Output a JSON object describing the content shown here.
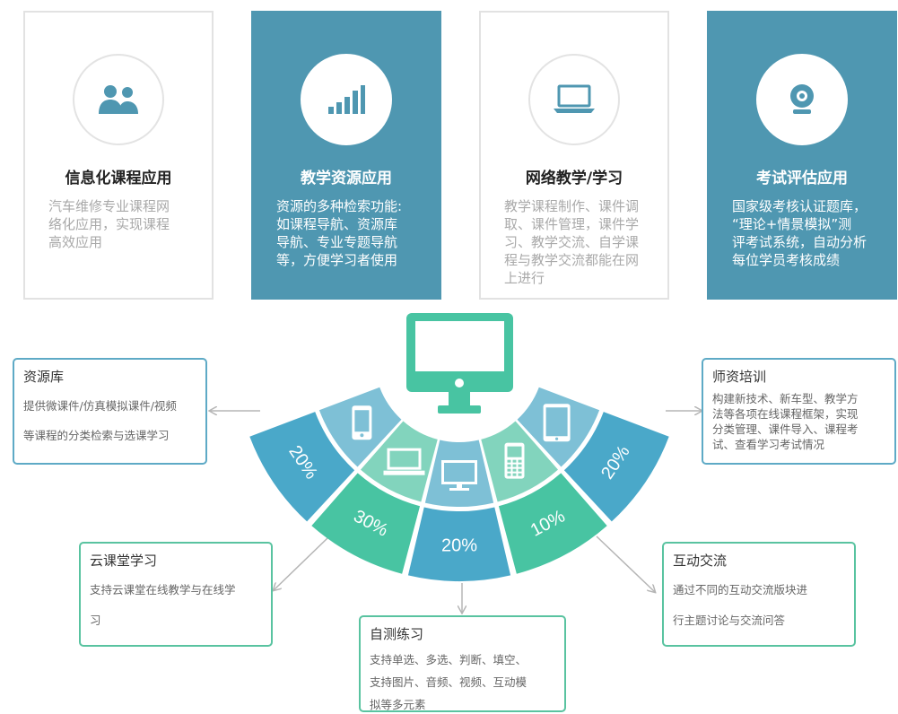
{
  "cards": [
    {
      "title": "信息化课程应用",
      "desc": [
        "汽车维修专业课程网",
        "络化应用，实现课程",
        "高效应用"
      ],
      "icon": "users-icon"
    },
    {
      "title": "教学资源应用",
      "desc": [
        "资源的多种检索功能:",
        "如课程导航、资源库",
        "导航、专业专题导航",
        "等，方便学习者使用"
      ],
      "icon": "signal-bars-icon"
    },
    {
      "title": "网络教学/学习",
      "desc": [
        "教学课程制作、课件调",
        "取、课件管理，课件学",
        "习、教学交流、自学课",
        "程与教学交流都能在网",
        "上进行"
      ],
      "icon": "laptop-icon"
    },
    {
      "title": "考试评估应用",
      "desc": [
        "国家级考核认证题库，",
        "“理论+情景模拟”测",
        "评考试系统，自动分析",
        "每位学员考核成绩"
      ],
      "icon": "webcam-icon"
    }
  ],
  "fan_segments": [
    {
      "label": "20%",
      "color": "#4aa8c9"
    },
    {
      "label": "30%",
      "color": "#48c4a2"
    },
    {
      "label": "20%",
      "color": "#4aa8c9"
    },
    {
      "label": "10%",
      "color": "#48c4a2"
    },
    {
      "label": "20%",
      "color": "#4aa8c9"
    }
  ],
  "inner_icons": [
    "phone-icon",
    "laptop-icon",
    "monitor-icon",
    "feature-phone-icon",
    "tablet-icon"
  ],
  "boxes": {
    "resource_lib": {
      "title": "资源库",
      "lines": [
        "提供微课件/仿真模拟课件/视频",
        "等课程的分类检索与选课学习"
      ]
    },
    "teacher_training": {
      "title": "师资培训",
      "lines": [
        "构建新技术、新车型、教学方",
        "法等各项在线课程框架，实现",
        "分类管理、课件导入、课程考",
        "试、查看学习考试情况"
      ]
    },
    "cloud_class": {
      "title": "云课堂学习",
      "lines": [
        "支持云课堂在线教学与在线学",
        "习"
      ]
    },
    "interaction": {
      "title": "互动交流",
      "lines": [
        "通过不同的互动交流版块进",
        "行主题讨论与交流问答"
      ]
    },
    "self_test": {
      "title": "自测练习",
      "lines": [
        "支持单选、多选、判断、填空、",
        "支持图片、音频、视频、互动模",
        "拟等多元素"
      ]
    }
  },
  "colors": {
    "accent_blue": "#4aa8c9",
    "accent_green": "#48c4a2",
    "card_dark": "#4f97b1"
  }
}
